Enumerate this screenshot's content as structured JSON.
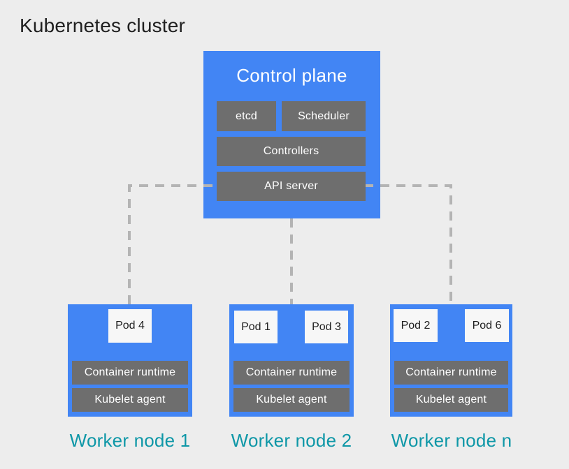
{
  "title": "Kubernetes cluster",
  "colors": {
    "background": "#ededed",
    "node_blue": "#4285f4",
    "component_gray": "#6e6e6e",
    "pod_background": "#f7f7f7",
    "connector_dash_gray": "#b4b4b4",
    "worker_label_teal": "#0e97a7",
    "title_text": "#1f1f1f",
    "box_text_light": "#ffffff"
  },
  "control_plane": {
    "label": "Control plane",
    "components": [
      {
        "id": "etcd",
        "label": "etcd"
      },
      {
        "id": "scheduler",
        "label": "Scheduler"
      },
      {
        "id": "controllers",
        "label": "Controllers"
      },
      {
        "id": "api-server",
        "label": "API server"
      }
    ]
  },
  "worker_nodes": [
    {
      "label": "Worker node 1",
      "pods": [
        "Pod 4"
      ],
      "components": [
        "Container runtime",
        "Kubelet agent"
      ]
    },
    {
      "label": "Worker node 2",
      "pods": [
        "Pod 1",
        "Pod 3"
      ],
      "components": [
        "Container runtime",
        "Kubelet agent"
      ]
    },
    {
      "label": "Worker node n",
      "pods": [
        "Pod 2",
        "Pod 6"
      ],
      "components": [
        "Container runtime",
        "Kubelet agent"
      ]
    }
  ],
  "connectors": {
    "style": "dashed",
    "description": "API server linked to each worker node"
  }
}
